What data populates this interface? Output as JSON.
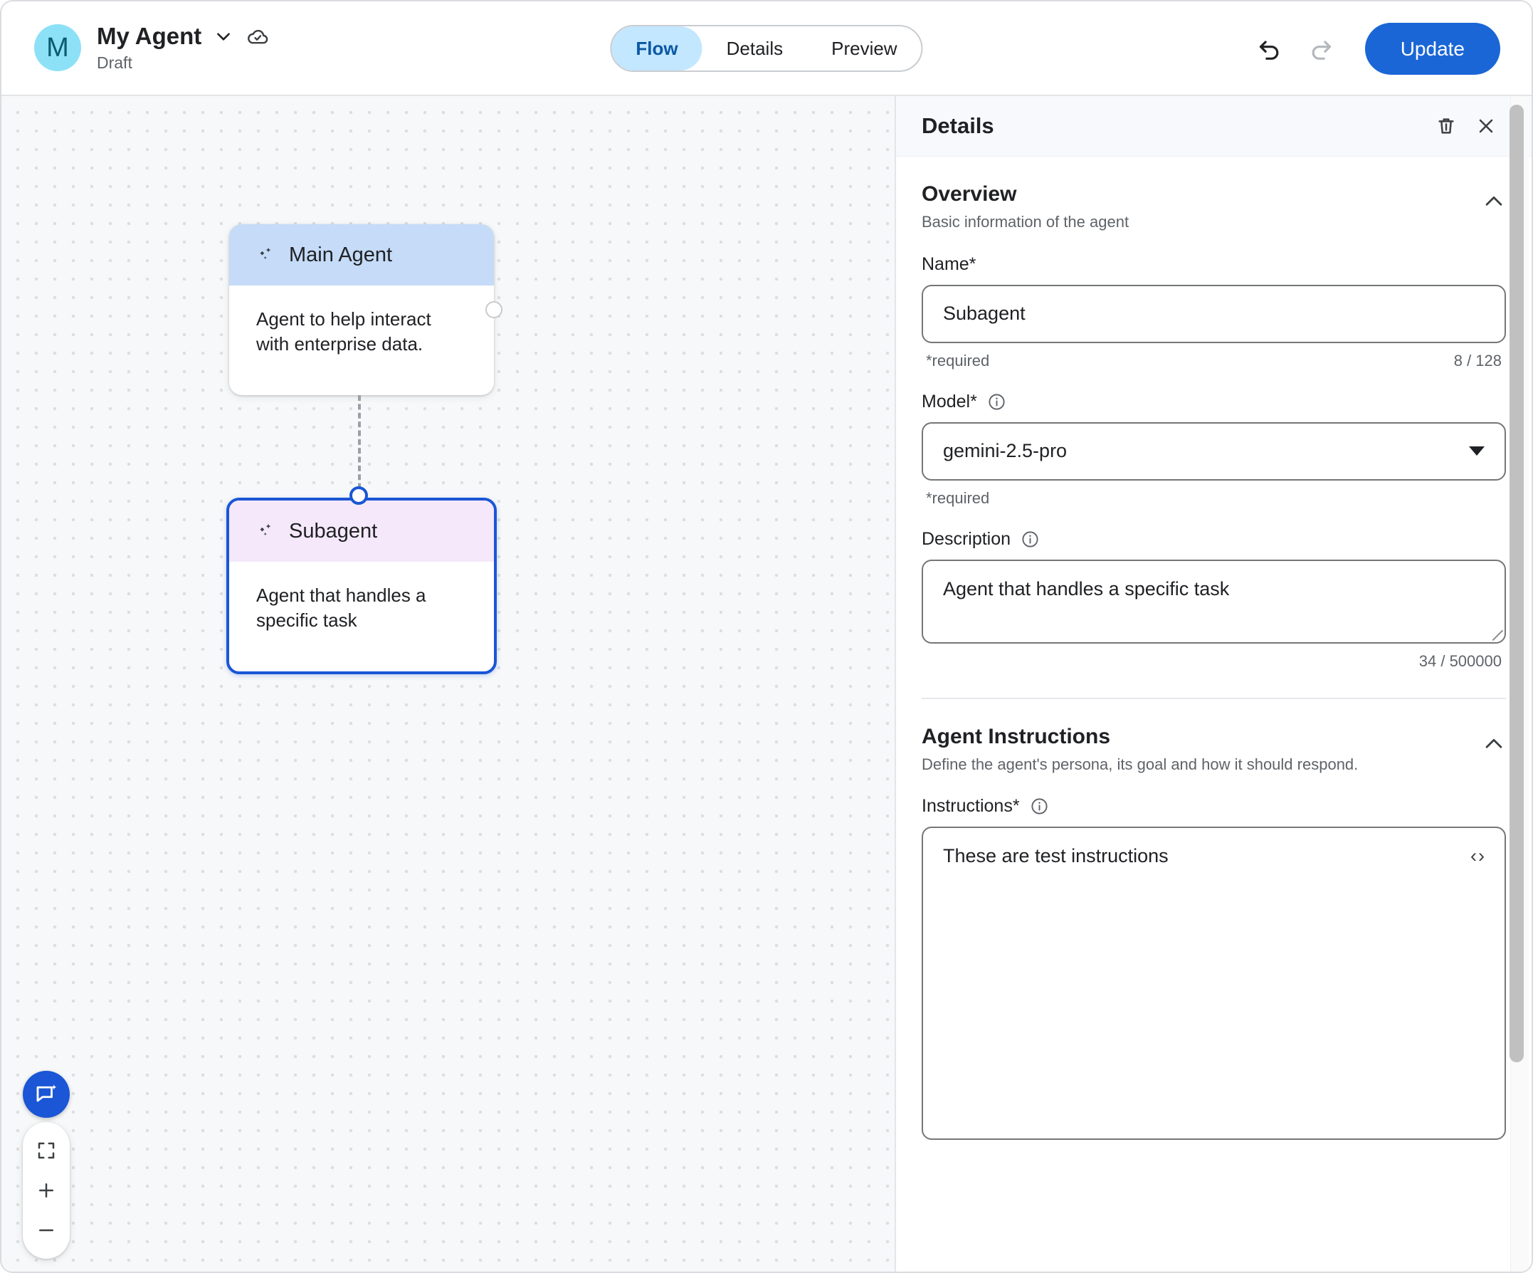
{
  "header": {
    "avatar_letter": "M",
    "agent_name": "My Agent",
    "status": "Draft",
    "dropdown_icon": "chevron-down-icon",
    "cloud_icon": "cloud-saved-icon",
    "tabs": [
      {
        "label": "Flow",
        "active": true
      },
      {
        "label": "Details",
        "active": false
      },
      {
        "label": "Preview",
        "active": false
      }
    ],
    "undo_label": "Undo",
    "redo_label": "Redo",
    "update_label": "Update"
  },
  "canvas": {
    "nodes": [
      {
        "title": "Main Agent",
        "description": "Agent to help interact with enterprise data.",
        "header_color": "#c5dbf8",
        "selected": false
      },
      {
        "title": "Subagent",
        "description": "Agent that handles a specific task",
        "header_color": "#f5e8fb",
        "selected": true
      }
    ],
    "controls": {
      "assist_icon": "chat-sparkle-icon",
      "fit_icon": "fit-to-screen-icon",
      "zoom_in_icon": "plus-icon",
      "zoom_out_icon": "minus-icon"
    },
    "selection_color": "#1a56d6"
  },
  "panel": {
    "title": "Details",
    "delete_icon": "trash-icon",
    "close_icon": "close-icon",
    "overview": {
      "title": "Overview",
      "subtitle": "Basic information of the agent",
      "collapse_icon": "chevron-up-icon",
      "name": {
        "label": "Name*",
        "value": "Subagent",
        "hint": "*required",
        "counter": "8 / 128"
      },
      "model": {
        "label": "Model*",
        "value": "gemini-2.5-pro",
        "hint": "*required",
        "info_icon": "info-icon"
      },
      "description": {
        "label": "Description",
        "value": "Agent that handles a specific task",
        "counter": "34 / 500000",
        "info_icon": "info-icon"
      }
    },
    "instructions_section": {
      "title": "Agent Instructions",
      "subtitle": "Define the agent's persona, its goal and how it should respond.",
      "collapse_icon": "chevron-up-icon",
      "instructions": {
        "label": "Instructions*",
        "value": "These are test instructions",
        "code_icon": "code-brackets-icon",
        "info_icon": "info-icon"
      }
    }
  },
  "colors": {
    "accent_blue": "#1a56d6",
    "tab_active_bg": "#c2e7ff",
    "tab_active_text": "#0b57a4",
    "avatar_bg": "#8ce1f7",
    "main_node_header": "#c5dbf8",
    "sub_node_header": "#f5e8fb"
  }
}
